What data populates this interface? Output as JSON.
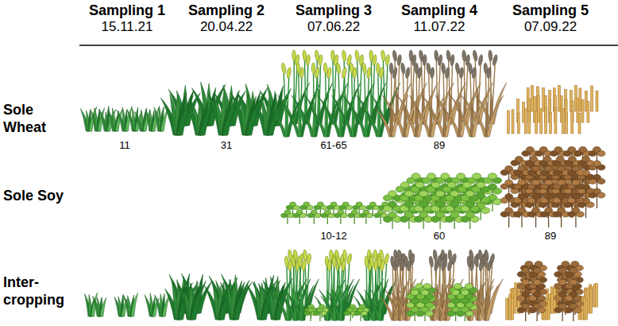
{
  "diagram": {
    "labels": [
      "Sampling 1",
      "15.11.21",
      "Sampling 2",
      "20.04.22",
      "Sampling 3",
      "07.06.22",
      "Sampling 4",
      "11.07.22",
      "Sampling 5",
      "07.09.22",
      "Sole Wheat",
      "11",
      "31",
      "61-65",
      "89",
      "Sole Soy",
      "10-12",
      "60",
      "89",
      "Inter- cropping"
    ]
  }
}
